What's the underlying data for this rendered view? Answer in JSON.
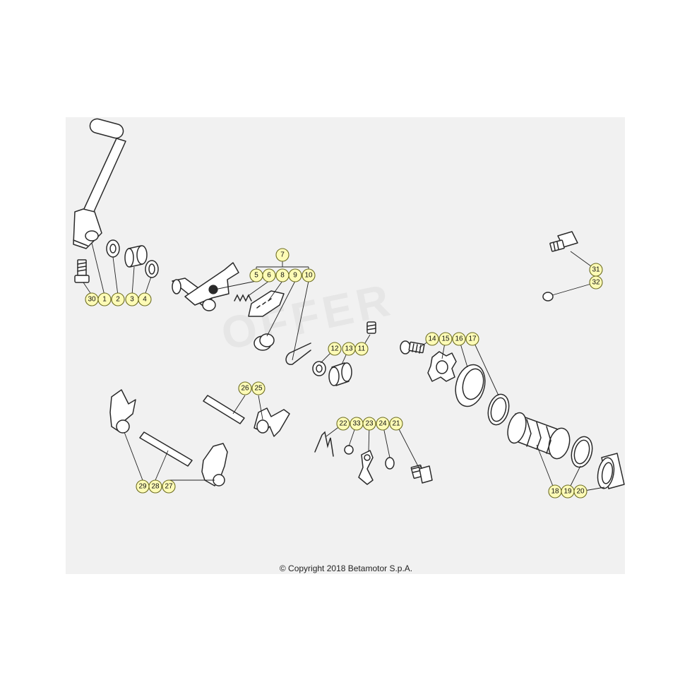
{
  "callouts": {
    "c1": "1",
    "c2": "2",
    "c3": "3",
    "c4": "4",
    "c5": "5",
    "c6": "6",
    "c7": "7",
    "c8": "8",
    "c9": "9",
    "c10": "10",
    "c11": "11",
    "c12": "12",
    "c13": "13",
    "c14": "14",
    "c15": "15",
    "c16": "16",
    "c17": "17",
    "c18": "18",
    "c19": "19",
    "c20": "20",
    "c21": "21",
    "c22": "22",
    "c23": "23",
    "c24": "24",
    "c25": "25",
    "c26": "26",
    "c27": "27",
    "c28": "28",
    "c29": "29",
    "c30": "30",
    "c31": "31",
    "c32": "32",
    "c33": "33"
  },
  "watermark": "OFFER",
  "copyright": "© Copyright 2018 Betamotor S.p.A."
}
